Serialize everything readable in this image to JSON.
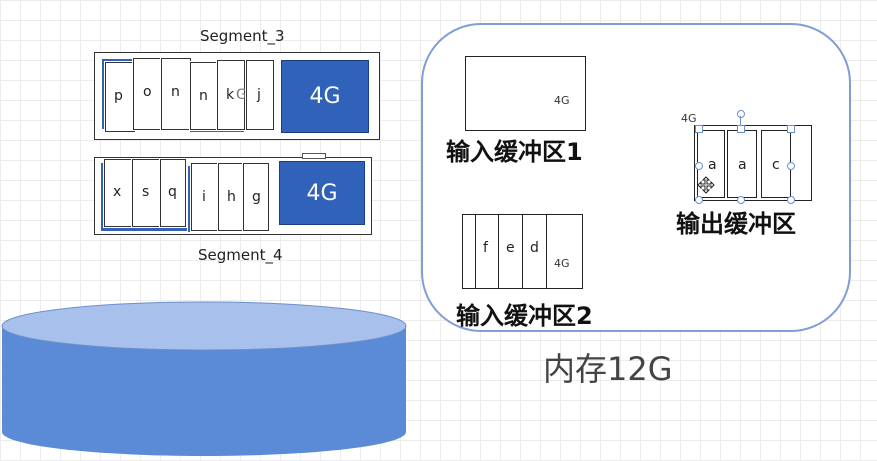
{
  "segments": {
    "segment_3": {
      "label": "Segment_3",
      "cells": [
        "p",
        "o",
        "n",
        "n",
        "k",
        "j"
      ],
      "partial_glyph": "G",
      "block_label": "4G"
    },
    "segment_4": {
      "label": "Segment_4",
      "cells": [
        "x",
        "s",
        "q",
        "i",
        "h",
        "g"
      ],
      "block_label": "4G"
    }
  },
  "memory": {
    "title": "内存12G",
    "input_buffer_1": {
      "title": "输入缓冲区1",
      "size_label": "4G"
    },
    "input_buffer_2": {
      "title": "输入缓冲区2",
      "size_label": "4G",
      "cells": [
        "f",
        "e",
        "d"
      ]
    },
    "output_buffer": {
      "title": "输出缓冲区",
      "size_label": "4G",
      "cells": [
        "a",
        "a",
        "c"
      ]
    }
  },
  "colors": {
    "block_blue": "#2f62b8",
    "disk_blue": "#5b8ad6",
    "memory_border": "#7f9ed6"
  }
}
